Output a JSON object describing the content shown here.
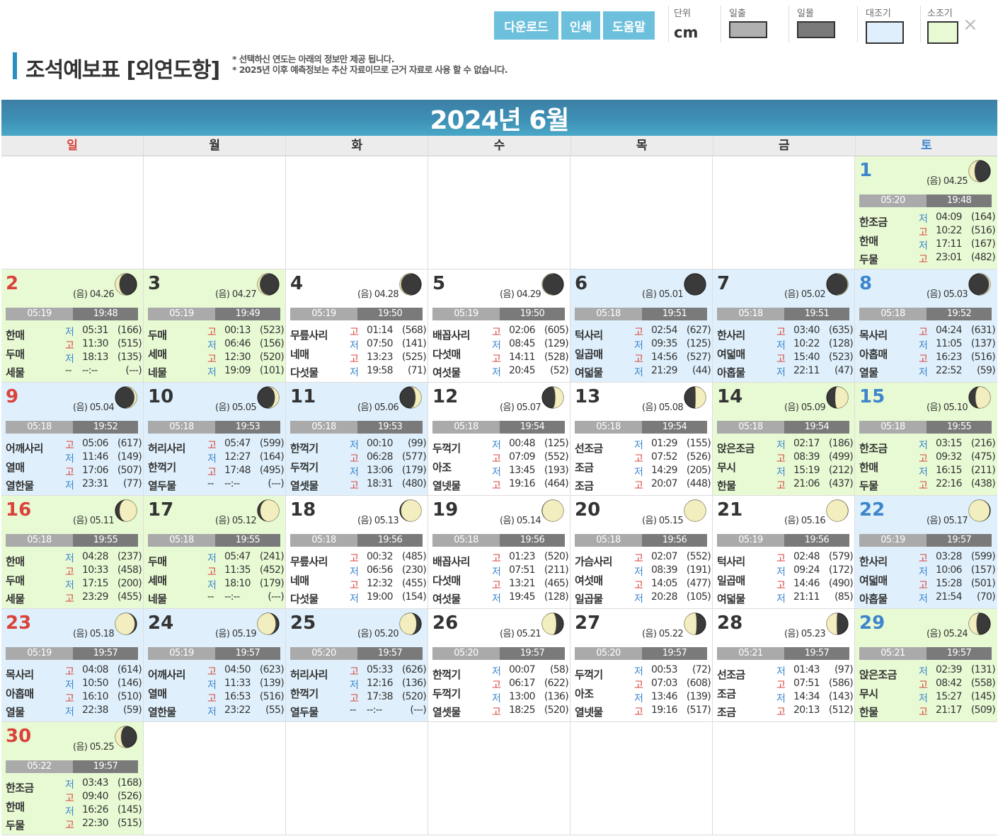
{
  "buttons": {
    "download": "다운로드",
    "print": "인쇄",
    "help": "도움말"
  },
  "legend": {
    "unit_label": "단위",
    "unit_value": "cm",
    "items": [
      {
        "label": "일출",
        "color": "#b0b0b0"
      },
      {
        "label": "일몰",
        "color": "#7a7a7a"
      },
      {
        "label": "대조기",
        "color": "#dff0fc"
      },
      {
        "label": "소조기",
        "color": "#e8fad4"
      }
    ],
    "close": "×"
  },
  "page_title": "조석예보표 [외연도항]",
  "notes": [
    "* 선택하신 연도는 아래의 정보만 제공 됩니다.",
    "* 2025년 이후 예측정보는 추산 자료이므로 근거 자료로 사용 할 수 없습니다."
  ],
  "month_title": "2024년 6월",
  "weekdays": [
    "일",
    "월",
    "화",
    "수",
    "목",
    "금",
    "토"
  ],
  "colors": {
    "sunday": "#d9433b",
    "saturday": "#3d86cc",
    "weekday": "#333333",
    "high": "#d9433b",
    "low": "#3d86cc"
  },
  "days": [
    {
      "day": "1",
      "lunar": "(음) 04.25",
      "moon_phase": 0.83,
      "sunrise": "05:20",
      "sunset": "19:48",
      "names": [
        "한조금",
        "한매",
        "두물"
      ],
      "tides": [
        [
          "저",
          "04:09",
          "(164)"
        ],
        [
          "고",
          "10:22",
          "(516)"
        ],
        [
          "저",
          "17:11",
          "(167)"
        ],
        [
          "고",
          "23:01",
          "(482)"
        ]
      ]
    },
    {
      "day": "2",
      "lunar": "(음) 04.26",
      "moon_phase": 0.86,
      "sunrise": "05:19",
      "sunset": "19:48",
      "names": [
        "한매",
        "두매",
        "세물"
      ],
      "tides": [
        [
          "저",
          "05:31",
          "(166)"
        ],
        [
          "고",
          "11:30",
          "(515)"
        ],
        [
          "저",
          "18:13",
          "(135)"
        ],
        [
          "--",
          "--:--",
          "(---)"
        ]
      ]
    },
    {
      "day": "3",
      "lunar": "(음) 04.27",
      "moon_phase": 0.9,
      "sunrise": "05:19",
      "sunset": "19:49",
      "names": [
        "두매",
        "세매",
        "네물"
      ],
      "tides": [
        [
          "고",
          "00:13",
          "(523)"
        ],
        [
          "저",
          "06:46",
          "(156)"
        ],
        [
          "고",
          "12:30",
          "(520)"
        ],
        [
          "저",
          "19:09",
          "(101)"
        ]
      ]
    },
    {
      "day": "4",
      "lunar": "(음) 04.28",
      "moon_phase": 0.93,
      "sunrise": "05:19",
      "sunset": "19:50",
      "names": [
        "무릎사리",
        "네매",
        "다섯물"
      ],
      "tides": [
        [
          "고",
          "01:14",
          "(568)"
        ],
        [
          "저",
          "07:50",
          "(141)"
        ],
        [
          "고",
          "13:23",
          "(525)"
        ],
        [
          "저",
          "19:58",
          "(71)"
        ]
      ]
    },
    {
      "day": "5",
      "lunar": "(음) 04.29",
      "moon_phase": 0.97,
      "sunrise": "05:19",
      "sunset": "19:50",
      "names": [
        "배꼽사리",
        "다섯매",
        "여섯물"
      ],
      "tides": [
        [
          "고",
          "02:06",
          "(605)"
        ],
        [
          "저",
          "08:45",
          "(129)"
        ],
        [
          "고",
          "14:11",
          "(528)"
        ],
        [
          "저",
          "20:45",
          "(52)"
        ]
      ]
    },
    {
      "day": "6",
      "lunar": "(음) 05.01",
      "moon_phase": 0.0,
      "sunrise": "05:18",
      "sunset": "19:51",
      "names": [
        "턱사리",
        "일곱매",
        "여덟물"
      ],
      "tides": [
        [
          "고",
          "02:54",
          "(627)"
        ],
        [
          "저",
          "09:35",
          "(125)"
        ],
        [
          "고",
          "14:56",
          "(527)"
        ],
        [
          "저",
          "21:29",
          "(44)"
        ]
      ]
    },
    {
      "day": "7",
      "lunar": "(음) 05.02",
      "moon_phase": 0.03,
      "sunrise": "05:18",
      "sunset": "19:51",
      "names": [
        "한사리",
        "여덟매",
        "아홉물"
      ],
      "tides": [
        [
          "고",
          "03:40",
          "(635)"
        ],
        [
          "저",
          "10:22",
          "(128)"
        ],
        [
          "고",
          "15:40",
          "(523)"
        ],
        [
          "저",
          "22:11",
          "(47)"
        ]
      ]
    },
    {
      "day": "8",
      "lunar": "(음) 05.03",
      "moon_phase": 0.07,
      "sunrise": "05:18",
      "sunset": "19:52",
      "names": [
        "목사리",
        "아홉매",
        "열물"
      ],
      "tides": [
        [
          "고",
          "04:24",
          "(631)"
        ],
        [
          "저",
          "11:05",
          "(137)"
        ],
        [
          "고",
          "16:23",
          "(516)"
        ],
        [
          "저",
          "22:52",
          "(59)"
        ]
      ]
    },
    {
      "day": "9",
      "lunar": "(음) 05.04",
      "moon_phase": 0.1,
      "sunrise": "05:18",
      "sunset": "19:52",
      "names": [
        "어깨사리",
        "열매",
        "열한물"
      ],
      "tides": [
        [
          "고",
          "05:06",
          "(617)"
        ],
        [
          "저",
          "11:46",
          "(149)"
        ],
        [
          "고",
          "17:06",
          "(507)"
        ],
        [
          "저",
          "23:31",
          "(77)"
        ]
      ]
    },
    {
      "day": "10",
      "lunar": "(음) 05.05",
      "moon_phase": 0.14,
      "sunrise": "05:18",
      "sunset": "19:53",
      "names": [
        "허리사리",
        "한꺽기",
        "열두물"
      ],
      "tides": [
        [
          "고",
          "05:47",
          "(599)"
        ],
        [
          "저",
          "12:27",
          "(164)"
        ],
        [
          "고",
          "17:48",
          "(495)"
        ],
        [
          "--",
          "--:--",
          "(---)"
        ]
      ]
    },
    {
      "day": "11",
      "lunar": "(음) 05.06",
      "moon_phase": 0.17,
      "sunrise": "05:18",
      "sunset": "19:53",
      "names": [
        "한꺽기",
        "두꺽기",
        "열셋물"
      ],
      "tides": [
        [
          "저",
          "00:10",
          "(99)"
        ],
        [
          "고",
          "06:28",
          "(577)"
        ],
        [
          "저",
          "13:06",
          "(179)"
        ],
        [
          "고",
          "18:31",
          "(480)"
        ]
      ]
    },
    {
      "day": "12",
      "lunar": "(음) 05.07",
      "moon_phase": 0.21,
      "sunrise": "05:18",
      "sunset": "19:54",
      "names": [
        "두꺽기",
        "아조",
        "열넷물"
      ],
      "tides": [
        [
          "저",
          "00:48",
          "(125)"
        ],
        [
          "고",
          "07:09",
          "(552)"
        ],
        [
          "저",
          "13:45",
          "(193)"
        ],
        [
          "고",
          "19:16",
          "(464)"
        ]
      ]
    },
    {
      "day": "13",
      "lunar": "(음) 05.08",
      "moon_phase": 0.24,
      "sunrise": "05:18",
      "sunset": "19:54",
      "names": [
        "선조금",
        "조금",
        "조금"
      ],
      "tides": [
        [
          "저",
          "01:29",
          "(155)"
        ],
        [
          "고",
          "07:52",
          "(526)"
        ],
        [
          "저",
          "14:29",
          "(205)"
        ],
        [
          "고",
          "20:07",
          "(448)"
        ]
      ]
    },
    {
      "day": "14",
      "lunar": "(음) 05.09",
      "moon_phase": 0.28,
      "sunrise": "05:18",
      "sunset": "19:54",
      "names": [
        "앉은조금",
        "무시",
        "한물"
      ],
      "tides": [
        [
          "저",
          "02:17",
          "(186)"
        ],
        [
          "고",
          "08:39",
          "(499)"
        ],
        [
          "저",
          "15:19",
          "(212)"
        ],
        [
          "고",
          "21:06",
          "(437)"
        ]
      ]
    },
    {
      "day": "15",
      "lunar": "(음) 05.10",
      "moon_phase": 0.31,
      "sunrise": "05:18",
      "sunset": "19:55",
      "names": [
        "한조금",
        "한매",
        "두물"
      ],
      "tides": [
        [
          "저",
          "03:15",
          "(216)"
        ],
        [
          "고",
          "09:32",
          "(475)"
        ],
        [
          "저",
          "16:15",
          "(211)"
        ],
        [
          "고",
          "22:16",
          "(438)"
        ]
      ]
    },
    {
      "day": "16",
      "lunar": "(음) 05.11",
      "moon_phase": 0.35,
      "sunrise": "05:18",
      "sunset": "19:55",
      "names": [
        "한매",
        "두매",
        "세물"
      ],
      "tides": [
        [
          "저",
          "04:28",
          "(237)"
        ],
        [
          "고",
          "10:33",
          "(458)"
        ],
        [
          "저",
          "17:15",
          "(200)"
        ],
        [
          "고",
          "23:29",
          "(455)"
        ]
      ]
    },
    {
      "day": "17",
      "lunar": "(음) 05.12",
      "moon_phase": 0.38,
      "sunrise": "05:18",
      "sunset": "19:55",
      "names": [
        "두매",
        "세매",
        "네물"
      ],
      "tides": [
        [
          "저",
          "05:47",
          "(241)"
        ],
        [
          "고",
          "11:35",
          "(452)"
        ],
        [
          "저",
          "18:10",
          "(179)"
        ],
        [
          "--",
          "--:--",
          "(---)"
        ]
      ]
    },
    {
      "day": "18",
      "lunar": "(음) 05.13",
      "moon_phase": 0.42,
      "sunrise": "05:18",
      "sunset": "19:56",
      "names": [
        "무릎사리",
        "네매",
        "다섯물"
      ],
      "tides": [
        [
          "고",
          "00:32",
          "(485)"
        ],
        [
          "저",
          "06:56",
          "(230)"
        ],
        [
          "고",
          "12:32",
          "(455)"
        ],
        [
          "저",
          "19:00",
          "(154)"
        ]
      ]
    },
    {
      "day": "19",
      "lunar": "(음) 05.14",
      "moon_phase": 0.46,
      "sunrise": "05:18",
      "sunset": "19:56",
      "names": [
        "배꼽사리",
        "다섯매",
        "여섯물"
      ],
      "tides": [
        [
          "고",
          "01:23",
          "(520)"
        ],
        [
          "저",
          "07:51",
          "(211)"
        ],
        [
          "고",
          "13:21",
          "(465)"
        ],
        [
          "저",
          "19:45",
          "(128)"
        ]
      ]
    },
    {
      "day": "20",
      "lunar": "(음) 05.15",
      "moon_phase": 0.5,
      "sunrise": "05:18",
      "sunset": "19:56",
      "names": [
        "가슴사리",
        "여섯매",
        "일곱물"
      ],
      "tides": [
        [
          "고",
          "02:07",
          "(552)"
        ],
        [
          "저",
          "08:39",
          "(191)"
        ],
        [
          "고",
          "14:05",
          "(477)"
        ],
        [
          "저",
          "20:28",
          "(105)"
        ]
      ]
    },
    {
      "day": "21",
      "lunar": "(음) 05.16",
      "moon_phase": 0.53,
      "sunrise": "05:19",
      "sunset": "19:56",
      "names": [
        "턱사리",
        "일곱매",
        "여덟물"
      ],
      "tides": [
        [
          "고",
          "02:48",
          "(579)"
        ],
        [
          "저",
          "09:24",
          "(172)"
        ],
        [
          "고",
          "14:46",
          "(490)"
        ],
        [
          "저",
          "21:11",
          "(85)"
        ]
      ]
    },
    {
      "day": "22",
      "lunar": "(음) 05.17",
      "moon_phase": 0.56,
      "sunrise": "05:19",
      "sunset": "19:57",
      "names": [
        "한사리",
        "여덟매",
        "아홉물"
      ],
      "tides": [
        [
          "고",
          "03:28",
          "(599)"
        ],
        [
          "저",
          "10:06",
          "(157)"
        ],
        [
          "고",
          "15:28",
          "(501)"
        ],
        [
          "저",
          "21:54",
          "(70)"
        ]
      ]
    },
    {
      "day": "23",
      "lunar": "(음) 05.18",
      "moon_phase": 0.6,
      "sunrise": "05:19",
      "sunset": "19:57",
      "names": [
        "목사리",
        "아홉매",
        "열물"
      ],
      "tides": [
        [
          "고",
          "04:08",
          "(614)"
        ],
        [
          "저",
          "10:50",
          "(146)"
        ],
        [
          "고",
          "16:10",
          "(510)"
        ],
        [
          "저",
          "22:38",
          "(59)"
        ]
      ]
    },
    {
      "day": "24",
      "lunar": "(음) 05.19",
      "moon_phase": 0.63,
      "sunrise": "05:19",
      "sunset": "19:57",
      "names": [
        "어깨사리",
        "열매",
        "열한물"
      ],
      "tides": [
        [
          "고",
          "04:50",
          "(623)"
        ],
        [
          "저",
          "11:33",
          "(139)"
        ],
        [
          "고",
          "16:53",
          "(516)"
        ],
        [
          "저",
          "23:22",
          "(55)"
        ]
      ]
    },
    {
      "day": "25",
      "lunar": "(음) 05.20",
      "moon_phase": 0.66,
      "sunrise": "05:20",
      "sunset": "19:57",
      "names": [
        "허리사리",
        "한꺽기",
        "열두물"
      ],
      "tides": [
        [
          "고",
          "05:33",
          "(626)"
        ],
        [
          "저",
          "12:16",
          "(136)"
        ],
        [
          "고",
          "17:38",
          "(520)"
        ],
        [
          "--",
          "--:--",
          "(---)"
        ]
      ]
    },
    {
      "day": "26",
      "lunar": "(음) 05.21",
      "moon_phase": 0.7,
      "sunrise": "05:20",
      "sunset": "19:57",
      "names": [
        "한꺽기",
        "두꺽기",
        "열셋물"
      ],
      "tides": [
        [
          "저",
          "00:07",
          "(58)"
        ],
        [
          "고",
          "06:17",
          "(622)"
        ],
        [
          "저",
          "13:00",
          "(136)"
        ],
        [
          "고",
          "18:25",
          "(520)"
        ]
      ]
    },
    {
      "day": "27",
      "lunar": "(음) 05.22",
      "moon_phase": 0.73,
      "sunrise": "05:20",
      "sunset": "19:57",
      "names": [
        "두꺽기",
        "아조",
        "열넷물"
      ],
      "tides": [
        [
          "저",
          "00:53",
          "(72)"
        ],
        [
          "고",
          "07:03",
          "(608)"
        ],
        [
          "저",
          "13:46",
          "(139)"
        ],
        [
          "고",
          "19:16",
          "(517)"
        ]
      ]
    },
    {
      "day": "28",
      "lunar": "(음) 05.23",
      "moon_phase": 0.76,
      "sunrise": "05:21",
      "sunset": "19:57",
      "names": [
        "선조금",
        "조금",
        "조금"
      ],
      "tides": [
        [
          "저",
          "01:43",
          "(97)"
        ],
        [
          "고",
          "07:51",
          "(586)"
        ],
        [
          "저",
          "14:34",
          "(143)"
        ],
        [
          "고",
          "20:13",
          "(512)"
        ]
      ]
    },
    {
      "day": "29",
      "lunar": "(음) 05.24",
      "moon_phase": 0.8,
      "sunrise": "05:21",
      "sunset": "19:57",
      "names": [
        "앉은조금",
        "무시",
        "한물"
      ],
      "tides": [
        [
          "저",
          "02:39",
          "(131)"
        ],
        [
          "고",
          "08:42",
          "(558)"
        ],
        [
          "저",
          "15:27",
          "(145)"
        ],
        [
          "고",
          "21:17",
          "(509)"
        ]
      ]
    },
    {
      "day": "30",
      "lunar": "(음) 05.25",
      "moon_phase": 0.83,
      "sunrise": "05:22",
      "sunset": "19:57",
      "names": [
        "한조금",
        "한매",
        "두물"
      ],
      "tides": [
        [
          "저",
          "03:43",
          "(168)"
        ],
        [
          "고",
          "09:40",
          "(526)"
        ],
        [
          "저",
          "16:26",
          "(145)"
        ],
        [
          "고",
          "22:30",
          "(515)"
        ]
      ]
    }
  ],
  "day_backgrounds": {
    "1": "green",
    "2": "green",
    "3": "green",
    "6": "blue",
    "7": "blue",
    "8": "blue",
    "9": "blue",
    "10": "blue",
    "11": "blue",
    "14": "green",
    "15": "green",
    "16": "green",
    "17": "green",
    "22": "blue",
    "23": "blue",
    "24": "blue",
    "25": "blue",
    "29": "green",
    "30": "green"
  },
  "first_weekday": 6
}
